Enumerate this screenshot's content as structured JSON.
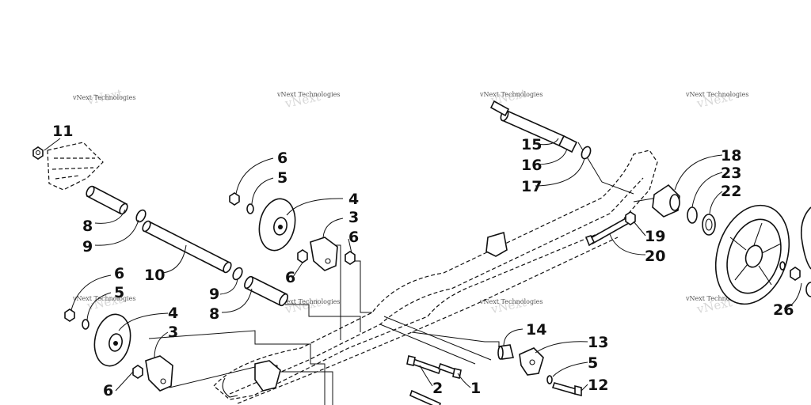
{
  "watermark": {
    "text": "vNext Technologies"
  },
  "callouts": [
    {
      "id": "c11",
      "label": "11"
    },
    {
      "id": "c8a",
      "label": "8"
    },
    {
      "id": "c9a",
      "label": "9"
    },
    {
      "id": "c10",
      "label": "10"
    },
    {
      "id": "c9b",
      "label": "9"
    },
    {
      "id": "c8b",
      "label": "8"
    },
    {
      "id": "c6a",
      "label": "6"
    },
    {
      "id": "c5a",
      "label": "5"
    },
    {
      "id": "c4a",
      "label": "4"
    },
    {
      "id": "c3a",
      "label": "3"
    },
    {
      "id": "c6b",
      "label": "6"
    },
    {
      "id": "c6c",
      "label": "6"
    },
    {
      "id": "c6d",
      "label": "6"
    },
    {
      "id": "c5b",
      "label": "5"
    },
    {
      "id": "c4b",
      "label": "4"
    },
    {
      "id": "c3b",
      "label": "3"
    },
    {
      "id": "c6e",
      "label": "6"
    },
    {
      "id": "c15",
      "label": "15"
    },
    {
      "id": "c16",
      "label": "16"
    },
    {
      "id": "c17",
      "label": "17"
    },
    {
      "id": "c18",
      "label": "18"
    },
    {
      "id": "c23",
      "label": "23"
    },
    {
      "id": "c22",
      "label": "22"
    },
    {
      "id": "c19",
      "label": "19"
    },
    {
      "id": "c20",
      "label": "20"
    },
    {
      "id": "c26",
      "label": "26"
    },
    {
      "id": "c14",
      "label": "14"
    },
    {
      "id": "c13",
      "label": "13"
    },
    {
      "id": "c5c",
      "label": "5"
    },
    {
      "id": "c12",
      "label": "12"
    },
    {
      "id": "c2",
      "label": "2"
    },
    {
      "id": "c1",
      "label": "1"
    }
  ]
}
